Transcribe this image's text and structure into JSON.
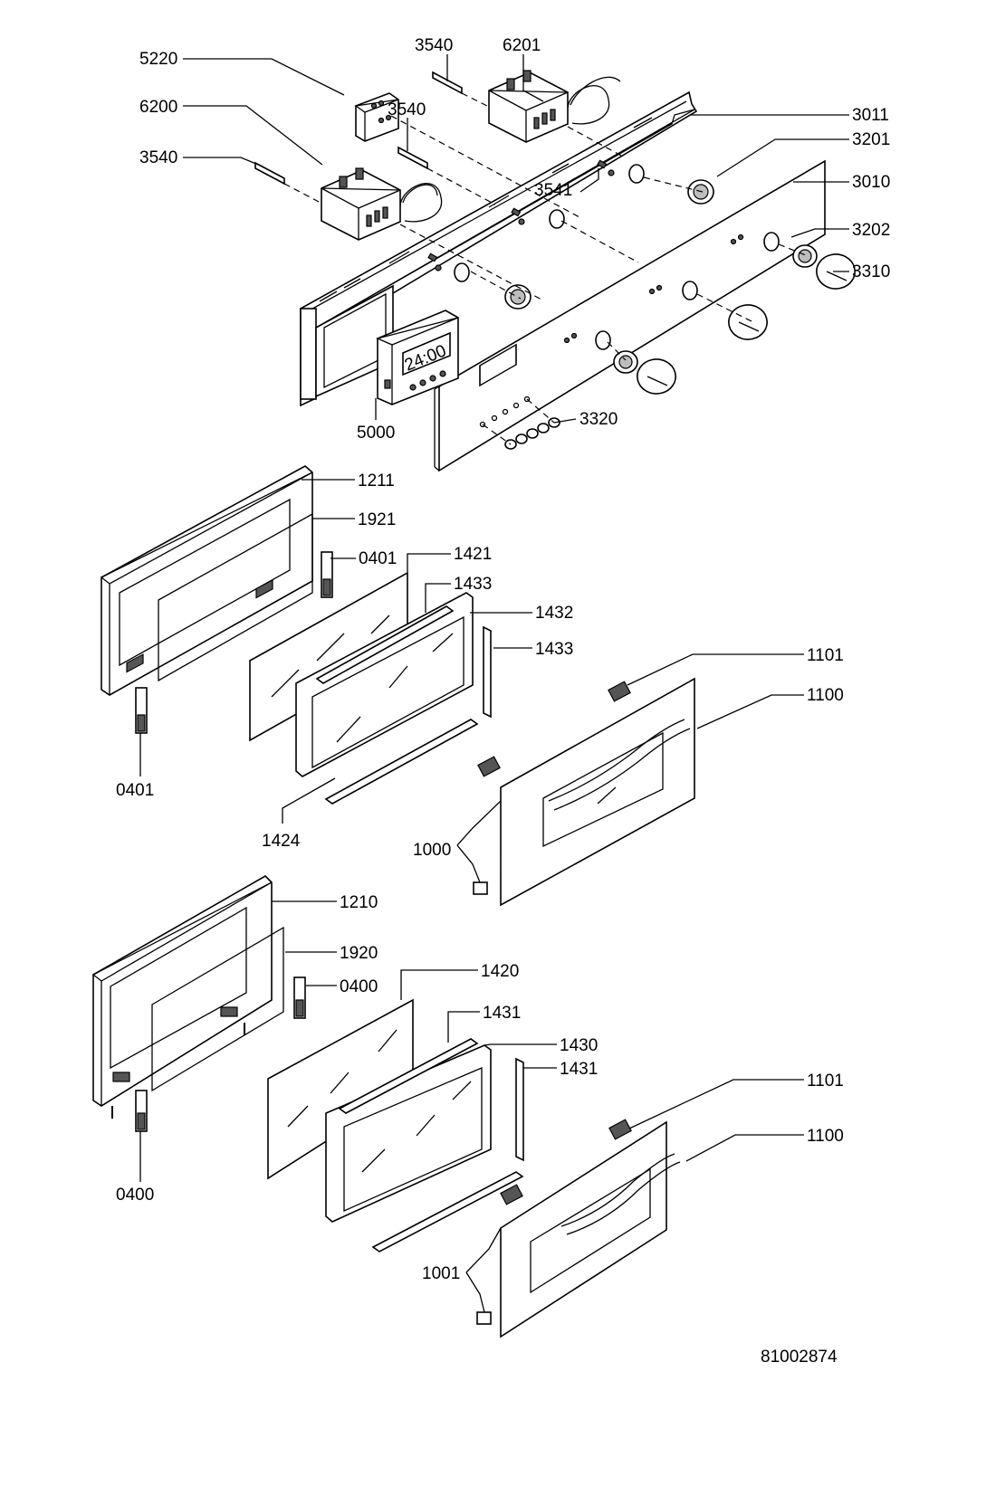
{
  "display": {
    "reading": "24:00"
  },
  "callouts": [
    {
      "id": "c-3540-top",
      "text": "3540"
    },
    {
      "id": "c-6201",
      "text": "6201"
    },
    {
      "id": "c-5220",
      "text": "5220"
    },
    {
      "id": "c-6200",
      "text": "6200"
    },
    {
      "id": "c-3540-mid",
      "text": "3540"
    },
    {
      "id": "c-3540-left",
      "text": "3540"
    },
    {
      "id": "c-3011",
      "text": "3011"
    },
    {
      "id": "c-3201",
      "text": "3201"
    },
    {
      "id": "c-3010",
      "text": "3010"
    },
    {
      "id": "c-3541",
      "text": "3541"
    },
    {
      "id": "c-3202",
      "text": "3202"
    },
    {
      "id": "c-3310",
      "text": "3310"
    },
    {
      "id": "c-5000",
      "text": "5000"
    },
    {
      "id": "c-3320",
      "text": "3320"
    },
    {
      "id": "c-1211",
      "text": "1211"
    },
    {
      "id": "c-1921",
      "text": "1921"
    },
    {
      "id": "c-0401-right",
      "text": "0401"
    },
    {
      "id": "c-1421",
      "text": "1421"
    },
    {
      "id": "c-1433-top",
      "text": "1433"
    },
    {
      "id": "c-1432",
      "text": "1432"
    },
    {
      "id": "c-1433-side",
      "text": "1433"
    },
    {
      "id": "c-1101-upper",
      "text": "1101"
    },
    {
      "id": "c-1100-upper",
      "text": "1100"
    },
    {
      "id": "c-0401-bottom",
      "text": "0401"
    },
    {
      "id": "c-1424",
      "text": "1424"
    },
    {
      "id": "c-1000",
      "text": "1000"
    },
    {
      "id": "c-1210",
      "text": "1210"
    },
    {
      "id": "c-1920",
      "text": "1920"
    },
    {
      "id": "c-0400-right",
      "text": "0400"
    },
    {
      "id": "c-1420",
      "text": "1420"
    },
    {
      "id": "c-1431-top",
      "text": "1431"
    },
    {
      "id": "c-1430",
      "text": "1430"
    },
    {
      "id": "c-1431-side",
      "text": "1431"
    },
    {
      "id": "c-1101-lower",
      "text": "1101"
    },
    {
      "id": "c-1100-lower",
      "text": "1100"
    },
    {
      "id": "c-0400-bottom",
      "text": "0400"
    },
    {
      "id": "c-1001",
      "text": "1001"
    }
  ],
  "drawing_number": "81002874"
}
